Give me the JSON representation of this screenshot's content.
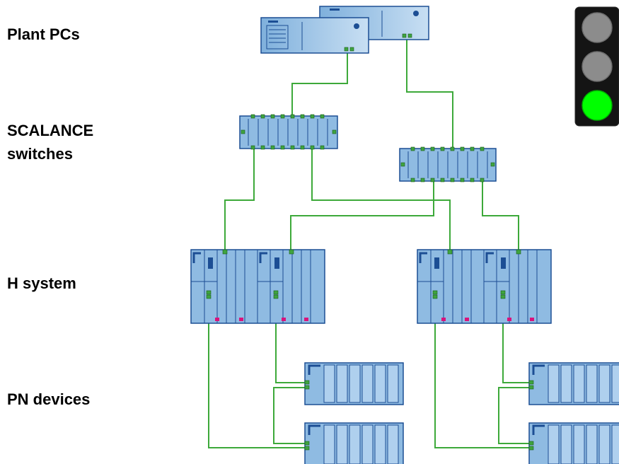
{
  "labels": {
    "plant_pcs": "Plant PCs",
    "scalance_switches_line1": "SCALANCE",
    "scalance_switches_line2": "switches",
    "h_system": "H system",
    "pn_devices": "PN devices"
  },
  "traffic_light": {
    "state": "green",
    "lamps": [
      "off",
      "off",
      "on"
    ]
  },
  "colors": {
    "link": "#3da93a",
    "device_fill": "#8fbbe2",
    "device_stroke": "#1c4e94",
    "lamp_off": "#8c8c8c",
    "lamp_on": "#00ff00",
    "port": "#3fa43f",
    "led": "#d9137c"
  }
}
